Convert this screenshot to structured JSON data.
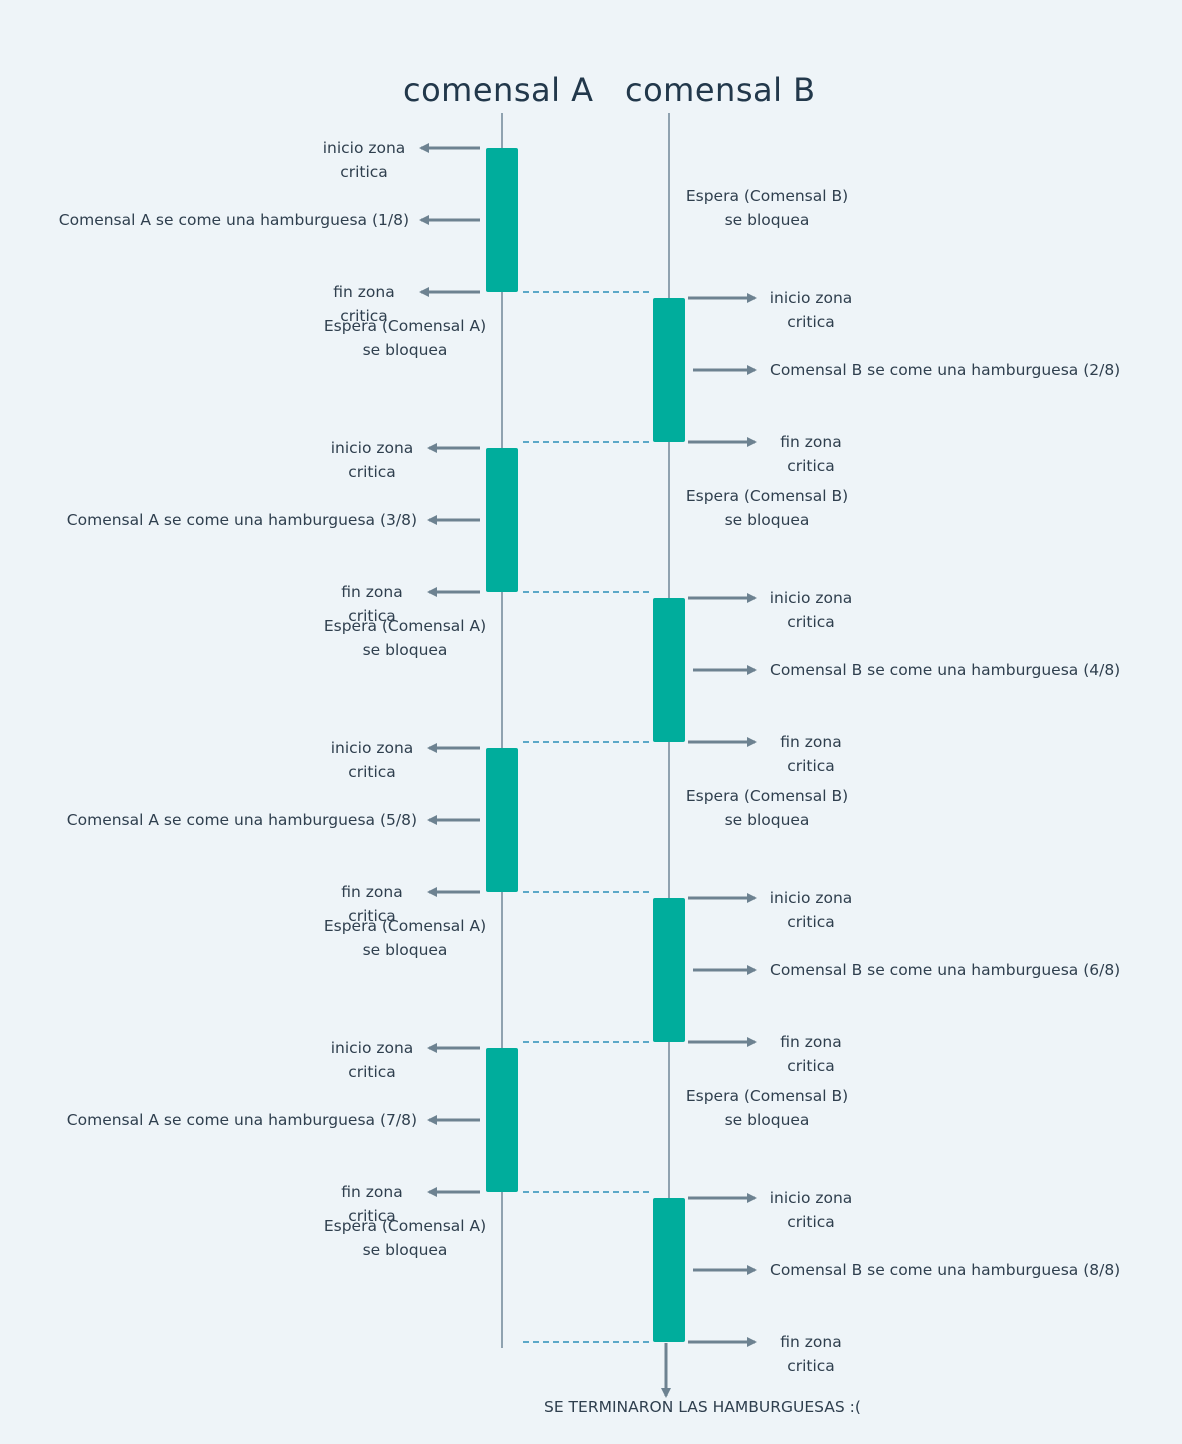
{
  "participants": {
    "a": "comensal A",
    "b": "comensal B"
  },
  "colors": {
    "background": "#eef4f8",
    "activation": "#00ad9c",
    "arrow": "#6d8291",
    "lifeline": "#8fa2b0",
    "dashed": "#2a8fb8",
    "text": "#2f3f4e"
  },
  "labels": {
    "inicio": "inicio zona\ncritica",
    "fin": "fin zona\ncritica",
    "espera_a": "Espera (Comensal A)\nse bloquea",
    "espera_b": "Espera (Comensal B)\nse bloquea"
  },
  "steps": [
    {
      "participant": "a",
      "text": "Comensal A se come una hamburguesa (1/8)"
    },
    {
      "participant": "b",
      "text": "Comensal B se come una hamburguesa (2/8)"
    },
    {
      "participant": "a",
      "text": "Comensal A se come una hamburguesa (3/8)"
    },
    {
      "participant": "b",
      "text": "Comensal B se come una hamburguesa (4/8)"
    },
    {
      "participant": "a",
      "text": "Comensal A se come una hamburguesa (5/8)"
    },
    {
      "participant": "b",
      "text": "Comensal B se come una hamburguesa (6/8)"
    },
    {
      "participant": "a",
      "text": "Comensal A se come una hamburguesa (7/8)"
    },
    {
      "participant": "b",
      "text": "Comensal B se come una hamburguesa (8/8)"
    }
  ],
  "final_message": "SE TERMINARON LAS HAMBURGUESAS :("
}
